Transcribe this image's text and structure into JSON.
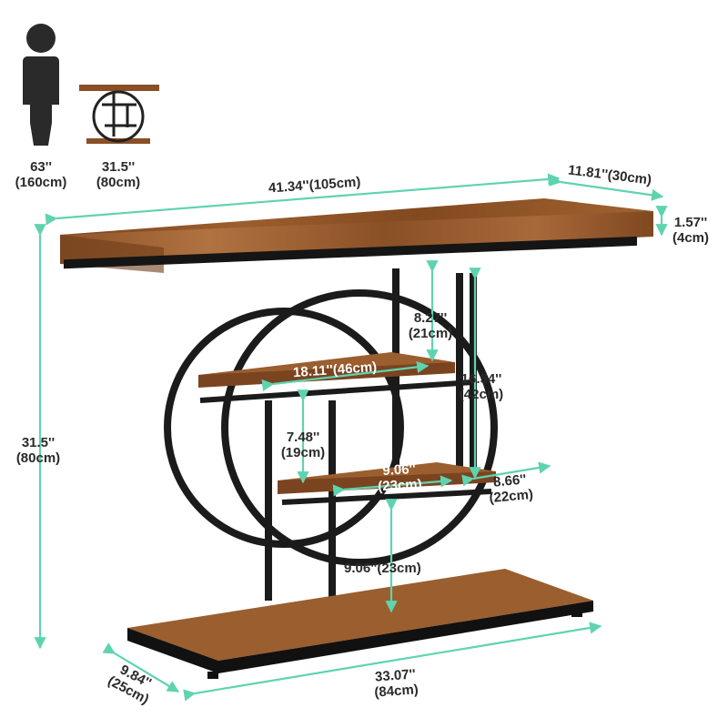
{
  "figure": {
    "person_height": {
      "in": "63''",
      "cm": "(160cm)"
    },
    "table_height_ref": {
      "in": "31.5''",
      "cm": "(80cm)"
    },
    "top_width": "41.34''(105cm)",
    "top_depth": "11.81''(30cm)",
    "top_thickness": {
      "in": "1.57''",
      "cm": "(4cm)"
    },
    "total_height": {
      "in": "31.5''",
      "cm": "(80cm)"
    },
    "upper_gap": {
      "in": "8.27''",
      "cm": "(21cm)"
    },
    "upper_shelf_width": "18.11''(46cm)",
    "inner_height": {
      "in": "16.54''",
      "cm": "(42cm)"
    },
    "middle_gap": {
      "in": "7.48''",
      "cm": "(19cm)"
    },
    "lower_shelf_width": {
      "in": "9.06''",
      "cm": "(23cm)"
    },
    "lower_shelf_depth": {
      "in": "8.66''",
      "cm": "(22cm)"
    },
    "bottom_gap": "9.06''(23cm)",
    "base_width": {
      "in": "33.07''",
      "cm": "(84cm)"
    },
    "base_depth": {
      "in": "9.84''",
      "cm": "(25cm)"
    }
  },
  "colors": {
    "dimension_line": "#5fd3b0",
    "wood": "#8a4f25",
    "metal": "#1b1b1b"
  },
  "icons": [
    "person-silhouette-icon",
    "table-side-view-icon"
  ]
}
